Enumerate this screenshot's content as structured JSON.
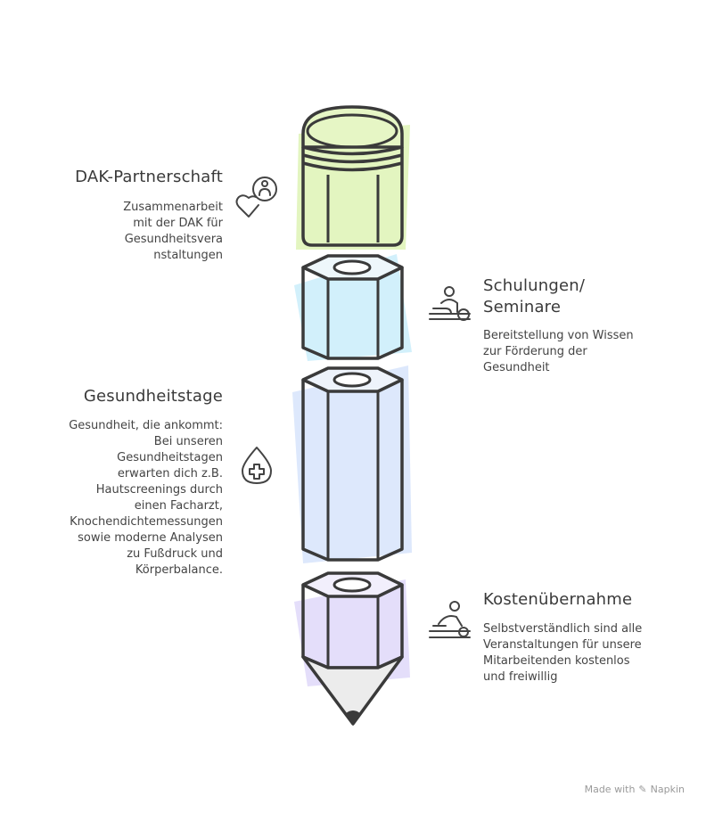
{
  "items": [
    {
      "title": "DAK-Partnerschaft",
      "desc": [
        "Zusammenarbeit",
        "mit der DAK für",
        "Gesundheitsvera",
        "nstaltungen"
      ],
      "icon": "heart-network-icon",
      "color": "#e4f5c2"
    },
    {
      "title_lines": [
        "Schulungen/",
        "Seminare"
      ],
      "desc": [
        "Bereitstellung von Wissen",
        "zur Förderung der",
        "Gesundheit"
      ],
      "icon": "massage-icon",
      "color": "#d3f0fa"
    },
    {
      "title": "Gesundheitstage",
      "desc": [
        "Gesundheit, die ankommt:",
        "Bei unseren",
        "Gesundheitstagen",
        "erwarten dich z.B.",
        "Hautscreenings durch",
        "einen Facharzt,",
        "Knochendichtemessungen",
        "sowie moderne Analysen",
        "zu Fußdruck und",
        "Körperbalance."
      ],
      "icon": "medical-drop-icon",
      "color": "#dde8fb"
    },
    {
      "title": "Kostenübernahme",
      "desc": [
        "Selbstverständlich sind alle",
        "Veranstaltungen für unsere",
        "Mitarbeitenden kostenlos",
        "und freiwillig"
      ],
      "icon": "treatment-icon",
      "color": "#e4def9"
    }
  ],
  "footer": {
    "made_with": "Made with",
    "brand": "Napkin"
  }
}
